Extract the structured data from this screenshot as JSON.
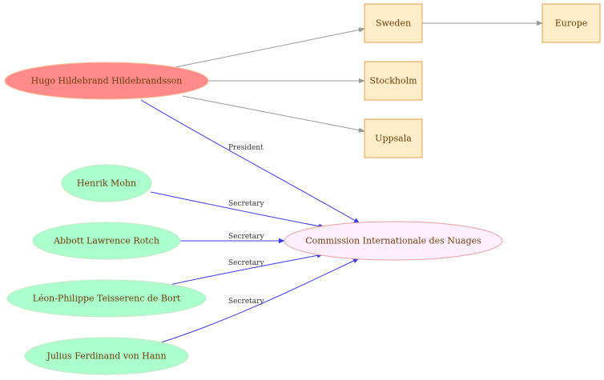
{
  "colors": {
    "person_fill": "#aaffcc",
    "person_stroke": "#c8e6c9",
    "hugo_fill": "#ff8a8a",
    "hugo_stroke": "#f5c29b",
    "commission_fill": "#ffeeff",
    "commission_stroke": "#e6a0a0",
    "place_fill": "#ffecc8",
    "place_stroke": "#e0a050",
    "edge_blue": "#3a3aee",
    "edge_gray": "#999999",
    "text": "#6b3d0a"
  },
  "nodes": {
    "hugo": "Hugo Hildebrand Hildebrandsson",
    "henrik": "Henrik Mohn",
    "abbott": "Abbott Lawrence Rotch",
    "leon": "Léon-Philippe Teisserenc de Bort",
    "julius": "Julius Ferdinand von Hann",
    "commission": "Commission Internationale des Nuages",
    "sweden": "Sweden",
    "europe": "Europe",
    "stockholm": "Stockholm",
    "uppsala": "Uppsala"
  },
  "edges": {
    "hugo_commission": "President",
    "henrik_commission": "Secretary",
    "abbott_commission": "Secretary",
    "leon_commission": "Secretary",
    "julius_commission": "Secretary"
  }
}
